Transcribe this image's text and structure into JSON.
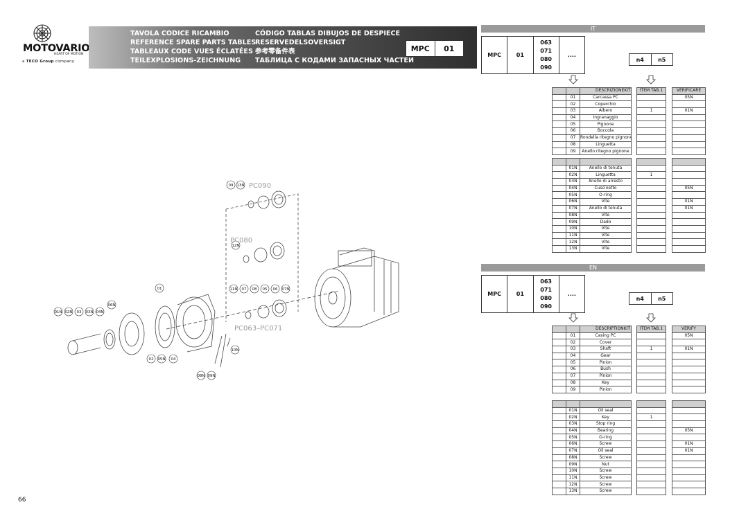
{
  "brand": {
    "name": "MOTOVARIO",
    "tagline": "HEART OF MOTION",
    "group_prefix": "a",
    "group_name": "TECO Group",
    "group_suffix": "company"
  },
  "header": {
    "col1": [
      "TAVOLA CODICE RICAMBIO",
      "REFERENCE SPARE PARTS TABLES",
      "TABLEAUX CODE VUES ÉCLATÉES",
      "TEILEXPLOSIONS-ZEICHNUNG"
    ],
    "col2": [
      "CÓDIGO TABLAS DIBUJOS DE DESPIECE",
      "RESERVEDELSOVERSIGT",
      "参考零备件表",
      "ТАБЛИЦА С КОДАМИ ЗАПАСНЫХ ЧАСТЕЙ"
    ],
    "code": "MPC",
    "code_num": "01"
  },
  "diagram": {
    "group_labels": [
      "PC090",
      "PC080",
      "PC063–PC071"
    ],
    "callouts": [
      "09",
      "13N",
      "12N",
      "11N",
      "07",
      "08",
      "05",
      "06",
      "07N",
      "01",
      "01N",
      "02N",
      "03",
      "03N",
      "04N",
      "06N",
      "02",
      "05N",
      "04",
      "08N",
      "09N",
      "10N"
    ]
  },
  "sections": [
    {
      "lang": "IT",
      "code": {
        "mpc": "MPC",
        "num": "01",
        "sizes": [
          "063",
          "071",
          "080",
          "090"
        ],
        "dots": "....",
        "n4": "n4",
        "n5": "n5"
      },
      "headers": {
        "desc": "DESCRIZIONE",
        "kit": "KIT",
        "item": "ITEM TAB.1",
        "verify": "VERIFICARE"
      },
      "rows1": [
        {
          "code": "01",
          "desc": "Carcassa PC",
          "item": "",
          "verify": "05N"
        },
        {
          "code": "02",
          "desc": "Coperchio",
          "item": "",
          "verify": ""
        },
        {
          "code": "03",
          "desc": "Albero",
          "item": "1",
          "verify": "01N"
        },
        {
          "code": "04",
          "desc": "Ingranaggio",
          "item": "",
          "verify": ""
        },
        {
          "code": "05",
          "desc": "Pignone",
          "item": "",
          "verify": ""
        },
        {
          "code": "06",
          "desc": "Boccola",
          "item": "",
          "verify": ""
        },
        {
          "code": "07",
          "desc": "Rondella ritegno pignone",
          "item": "",
          "verify": ""
        },
        {
          "code": "08",
          "desc": "Linguetta",
          "item": "",
          "verify": ""
        },
        {
          "code": "09",
          "desc": "Anello ritegno pignone",
          "item": "",
          "verify": ""
        }
      ],
      "rows2": [
        {
          "code": "01N",
          "desc": "Anello di tenuta",
          "item": "",
          "verify": ""
        },
        {
          "code": "02N",
          "desc": "Linguetta",
          "item": "1",
          "verify": ""
        },
        {
          "code": "03N",
          "desc": "Anello di arresto",
          "item": "",
          "verify": ""
        },
        {
          "code": "04N",
          "desc": "Cuscinetto",
          "item": "",
          "verify": "05N"
        },
        {
          "code": "05N",
          "desc": "O-ring",
          "item": "",
          "verify": ""
        },
        {
          "code": "06N",
          "desc": "Vite",
          "item": "",
          "verify": "01N"
        },
        {
          "code": "07N",
          "desc": "Anello di tenuta",
          "item": "",
          "verify": "01N"
        },
        {
          "code": "08N",
          "desc": "Vite",
          "item": "",
          "verify": ""
        },
        {
          "code": "09N",
          "desc": "Dado",
          "item": "",
          "verify": ""
        },
        {
          "code": "10N",
          "desc": "Vite",
          "item": "",
          "verify": ""
        },
        {
          "code": "11N",
          "desc": "Vite",
          "item": "",
          "verify": ""
        },
        {
          "code": "12N",
          "desc": "Vite",
          "item": "",
          "verify": ""
        },
        {
          "code": "13N",
          "desc": "Vite",
          "item": "",
          "verify": ""
        }
      ]
    },
    {
      "lang": "EN",
      "code": {
        "mpc": "MPC",
        "num": "01",
        "sizes": [
          "063",
          "071",
          "080",
          "090"
        ],
        "dots": "....",
        "n4": "n4",
        "n5": "n5"
      },
      "headers": {
        "desc": "DESCRIPTION",
        "kit": "KIT",
        "item": "ITEM TAB.1",
        "verify": "VERIFY"
      },
      "rows1": [
        {
          "code": "01",
          "desc": "Casing PC",
          "item": "",
          "verify": "05N"
        },
        {
          "code": "02",
          "desc": "Cover",
          "item": "",
          "verify": ""
        },
        {
          "code": "03",
          "desc": "Shaft",
          "item": "1",
          "verify": "01N"
        },
        {
          "code": "04",
          "desc": "Gear",
          "item": "",
          "verify": ""
        },
        {
          "code": "05",
          "desc": "Pinion",
          "item": "",
          "verify": ""
        },
        {
          "code": "06",
          "desc": "Bush",
          "item": "",
          "verify": ""
        },
        {
          "code": "07",
          "desc": "Pinion",
          "item": "",
          "verify": ""
        },
        {
          "code": "08",
          "desc": "Key",
          "item": "",
          "verify": ""
        },
        {
          "code": "09",
          "desc": "Pinion",
          "item": "",
          "verify": ""
        }
      ],
      "rows2": [
        {
          "code": "01N",
          "desc": "Oil seal",
          "item": "",
          "verify": ""
        },
        {
          "code": "02N",
          "desc": "Key",
          "item": "1",
          "verify": ""
        },
        {
          "code": "03N",
          "desc": "Stop ring",
          "item": "",
          "verify": ""
        },
        {
          "code": "04N",
          "desc": "Bearing",
          "item": "",
          "verify": "05N"
        },
        {
          "code": "05N",
          "desc": "O-ring",
          "item": "",
          "verify": ""
        },
        {
          "code": "06N",
          "desc": "Screw",
          "item": "",
          "verify": "01N"
        },
        {
          "code": "07N",
          "desc": "Oil seal",
          "item": "",
          "verify": "01N"
        },
        {
          "code": "08N",
          "desc": "Screw",
          "item": "",
          "verify": ""
        },
        {
          "code": "09N",
          "desc": "Nut",
          "item": "",
          "verify": ""
        },
        {
          "code": "10N",
          "desc": "Screw",
          "item": "",
          "verify": ""
        },
        {
          "code": "11N",
          "desc": "Screw",
          "item": "",
          "verify": ""
        },
        {
          "code": "12N",
          "desc": "Screw",
          "item": "",
          "verify": ""
        },
        {
          "code": "13N",
          "desc": "Screw",
          "item": "",
          "verify": ""
        }
      ]
    }
  ],
  "page_number": "66"
}
